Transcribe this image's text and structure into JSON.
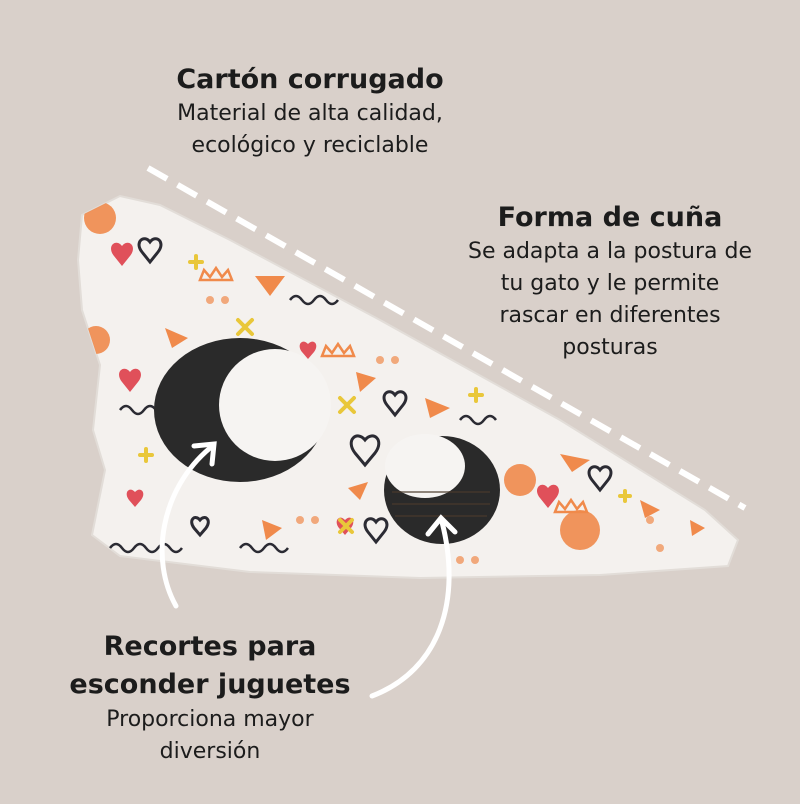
{
  "annotations": {
    "carton": {
      "title": "Cartón corrugado",
      "description": "Material de alta calidad,\necológico y reciclable"
    },
    "cuna": {
      "title": "Forma de cuña",
      "description": "Se adapta a la postura de\ntu gato y le permite\nrascar en diferentes\nposturas"
    },
    "recortes": {
      "title": "Recortes para\nesconder juguetes",
      "description": "Proporciona mayor\ndiversión"
    }
  },
  "colors": {
    "background": "#d9d0ca",
    "dashed_line": "#ffffff",
    "arrows": "#ffffff",
    "scratcher_base": "#f4f1ee",
    "hole_dark": "#2a2a2a",
    "pattern_orange": "#f08a4b",
    "pattern_red": "#e0505a",
    "pattern_yellow": "#e9c73a",
    "pattern_dark": "#2b2b33"
  }
}
